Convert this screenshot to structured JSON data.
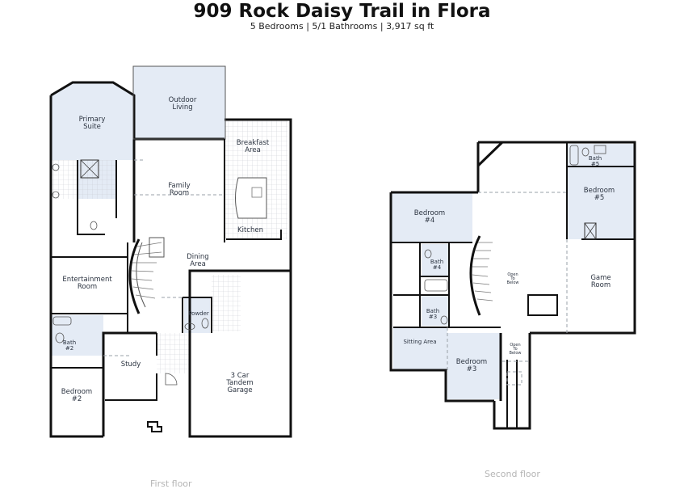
{
  "header": {
    "title": "909 Rock Daisy Trail in Flora",
    "subtitle": "5 Bedrooms | 5/1 Bathrooms | 3,917 sq ft"
  },
  "first_floor": {
    "caption": "First floor",
    "rooms": {
      "outdoor_living": [
        "Outdoor",
        "Living"
      ],
      "primary_suite": [
        "Primary",
        "Suite"
      ],
      "breakfast_area": [
        "Breakfast",
        "Area"
      ],
      "family_room": [
        "Family",
        "Room"
      ],
      "kitchen": "Kitchen",
      "dining_area": [
        "Dining",
        "Area"
      ],
      "entertainment_room": [
        "Entertainment",
        "Room"
      ],
      "powder": "Powder",
      "bath2": [
        "Bath",
        "#2"
      ],
      "study": "Study",
      "bedroom2": [
        "Bedroom",
        "#2"
      ],
      "garage": [
        "3 Car",
        "Tandem",
        "Garage"
      ]
    }
  },
  "second_floor": {
    "caption": "Second floor",
    "rooms": {
      "bath5": [
        "Bath",
        "#5"
      ],
      "bedroom5": [
        "Bedroom",
        "#5"
      ],
      "bedroom4": [
        "Bedroom",
        "#4"
      ],
      "bath4": [
        "Bath",
        "#4"
      ],
      "open_to_below_1": [
        "Open",
        "To",
        "Below"
      ],
      "game_room": [
        "Game",
        "Room"
      ],
      "bath3": [
        "Bath",
        "#3"
      ],
      "sitting_area": "Sitting Area",
      "bedroom3": [
        "Bedroom",
        "#3"
      ],
      "open_to_below_2": [
        "Open",
        "To",
        "Below"
      ]
    }
  },
  "colors": {
    "wall": "#111111",
    "room_fill": "#e4ebf5",
    "tile": "#c9ced6",
    "dash": "#9aa0a8"
  }
}
